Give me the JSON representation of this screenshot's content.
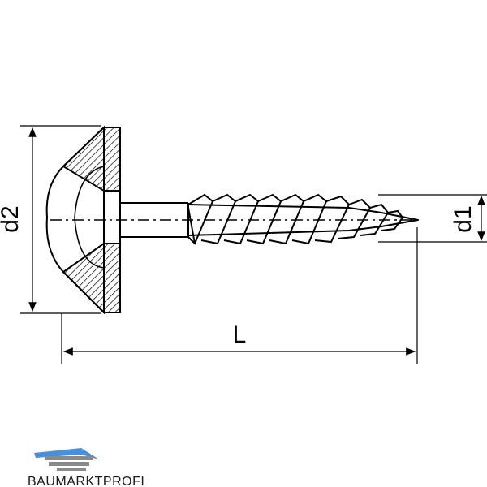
{
  "drawing": {
    "labels": {
      "d2": "d2",
      "d1": "d1",
      "L": "L"
    },
    "colors": {
      "line": "#000000",
      "hatch": "#000000",
      "logo_blue": "#4a90d9",
      "logo_gray": "#8a8a8a"
    }
  },
  "logo": {
    "text": "BAUMARKTPROFI"
  }
}
